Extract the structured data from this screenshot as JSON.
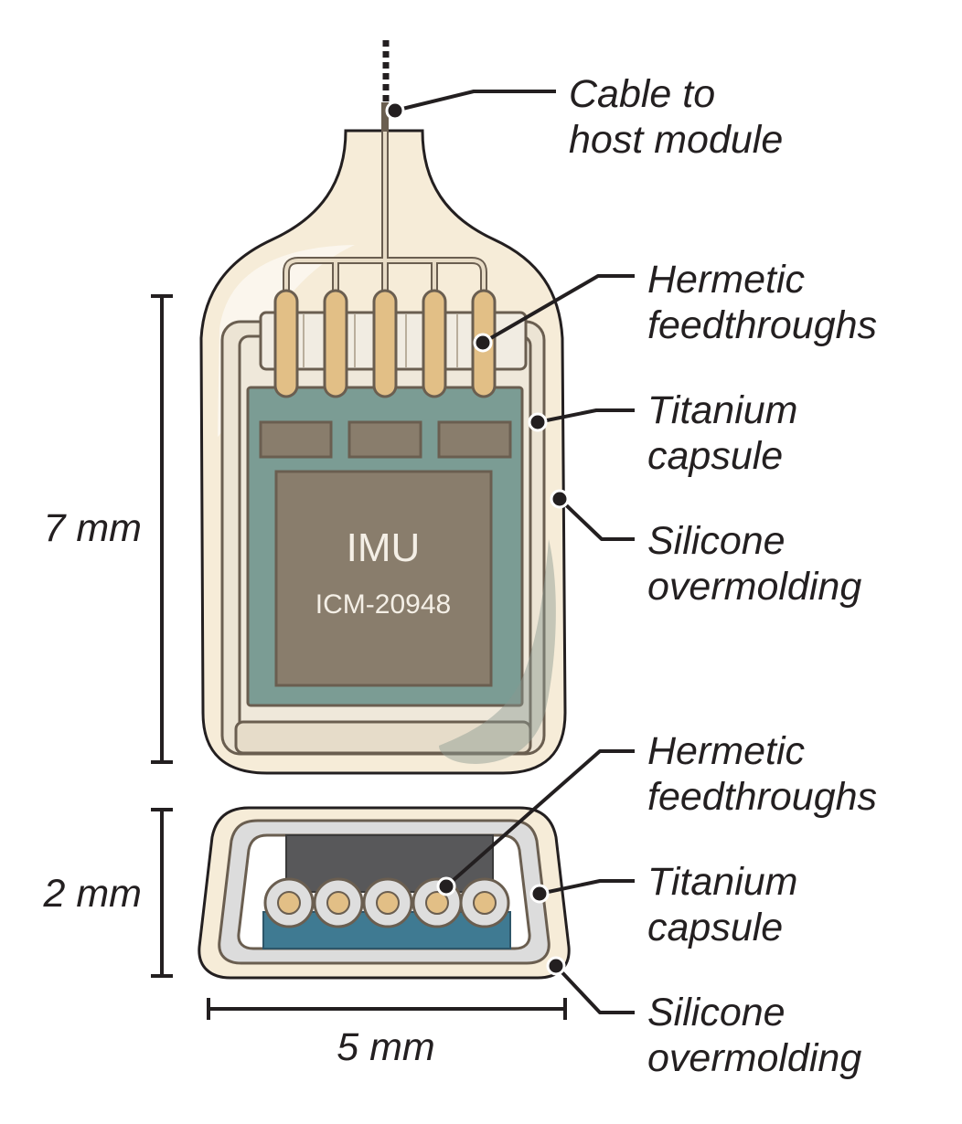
{
  "labels": {
    "cable": [
      "Cable to",
      "host module"
    ],
    "top_feedthroughs": [
      "Hermetic",
      "feedthroughs"
    ],
    "top_capsule": [
      "Titanium",
      "capsule"
    ],
    "top_silicone": [
      "Silicone",
      "overmolding"
    ],
    "bottom_feedthroughs": [
      "Hermetic",
      "feedthroughs"
    ],
    "bottom_capsule": [
      "Titanium",
      "capsule"
    ],
    "bottom_silicone": [
      "Silicone",
      "overmolding"
    ]
  },
  "chip": {
    "name": "IMU",
    "part": "ICM-20948"
  },
  "dimensions": {
    "height_top": "7 mm",
    "height_bottom": "2 mm",
    "width": "5 mm"
  },
  "colors": {
    "silicone": "#f6ecd8",
    "capsule_inner": "#ece4d4",
    "board": "#7b9c94",
    "chip": "#897d6c",
    "pin": "#e2bf86",
    "cross_chip": "#58585a",
    "cross_board": "#3f7a92",
    "ink": "#231f20"
  }
}
